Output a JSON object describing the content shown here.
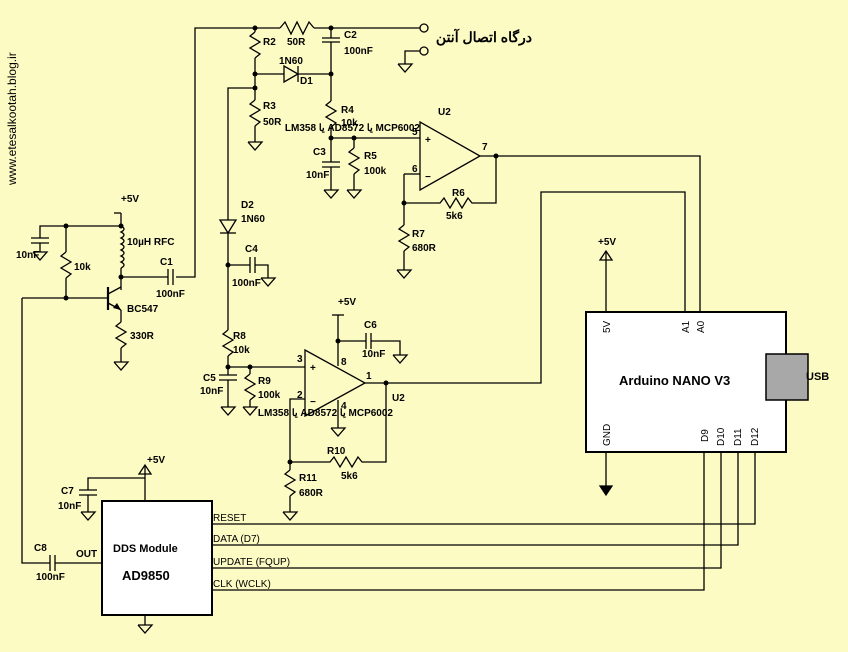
{
  "watermark": "www.etesalkootah.blog.ir",
  "antenna_label": "درگاه اتصال آنتن",
  "components": {
    "r_top": "50R",
    "c2": "C2",
    "c2_val": "100nF",
    "r2": "R2",
    "d1_type": "1N60",
    "d1": "D1",
    "r3": "R3",
    "r3_val": "50R",
    "r4": "R4",
    "r4_val": "10k",
    "c3": "C3",
    "c3_val": "10nF",
    "r5": "R5",
    "r5_val": "100k",
    "r6": "R6",
    "r6_val": "5k6",
    "r7": "R7",
    "r7_val": "680R",
    "d2": "D2",
    "d2_type": "1N60",
    "c4": "C4",
    "c4_val": "100nF",
    "r8": "R8",
    "r8_val": "10k",
    "c5": "C5",
    "c5_val": "10nF",
    "r9": "R9",
    "r9_val": "100k",
    "c6": "C6",
    "c6_val": "10nF",
    "r10": "R10",
    "r10_val": "5k6",
    "r11": "R11",
    "r11_val": "680R",
    "c1": "C1",
    "c1_val": "100nF",
    "c7": "C7",
    "c7_val": "10nF",
    "c8": "C8",
    "c8_val": "100nF",
    "cap_left_val": "10nF",
    "r_bias_val": "10k",
    "rfc": "10µH RFC",
    "transistor": "BC547",
    "re_val": "330R"
  },
  "supplies": {
    "v1": "+5V",
    "v2": "+5V",
    "v3": "+5V",
    "v4": "+5V"
  },
  "opamp_top": {
    "name": "U2",
    "part": "LM358 یا AD8572 یا MCP6002",
    "pin_plus": "5",
    "pin_minus": "6",
    "pin_out": "7"
  },
  "opamp_bottom": {
    "name": "U2",
    "part": "LM358 یا AD8572 یا MCP6002",
    "pin_plus": "3",
    "pin_minus": "2",
    "pin_out": "1",
    "pin_vcc": "8",
    "pin_gnd": "4"
  },
  "arduino": {
    "name": "Arduino NANO V3",
    "usb": "USB",
    "pins": {
      "v5": "5V",
      "a1": "A1",
      "a0": "A0",
      "gnd": "GND",
      "d9": "D9",
      "d10": "D10",
      "d11": "D11",
      "d12": "D12"
    }
  },
  "dds": {
    "title": "DDS Module",
    "chip": "AD9850",
    "out": "OUT",
    "signals": {
      "reset": "RESET",
      "data": "DATA (D7)",
      "update": "UPDATE (FQUP)",
      "clk": "CLK (WCLK)"
    }
  }
}
